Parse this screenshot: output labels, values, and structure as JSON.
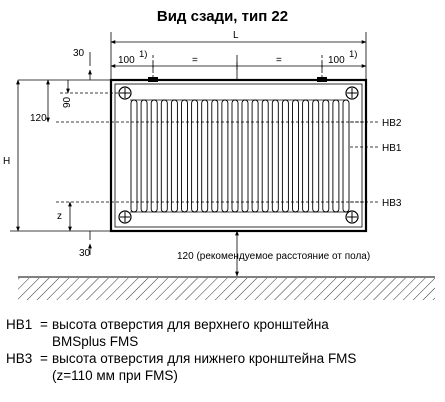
{
  "title": "Вид сзади, тип 22",
  "dimensions": {
    "L": "L",
    "H": "H",
    "top_100_left": "100",
    "top_100_right": "100",
    "footnote_left": "1)",
    "footnote_right": "1)",
    "eq_left": "=",
    "eq_right": "=",
    "d30_top": "30",
    "d30_bottom": "30",
    "d90": "90",
    "d120": "120",
    "z": "z"
  },
  "markers": {
    "hb2": "HB2",
    "hb1": "HB1",
    "hb3": "HB3"
  },
  "floor_note": "120 (рекомендуемое расстояние от пола)",
  "legend": [
    {
      "key": "HB1",
      "eq": "=",
      "line1": "высота отверстия для верхнего кронштейна",
      "line2": "BMSplus FMS"
    },
    {
      "key": "HB3",
      "eq": "=",
      "line1": "высота отверстия для нижнего кронштейна FMS",
      "line2": "(z=110 мм при FMS)"
    }
  ]
}
